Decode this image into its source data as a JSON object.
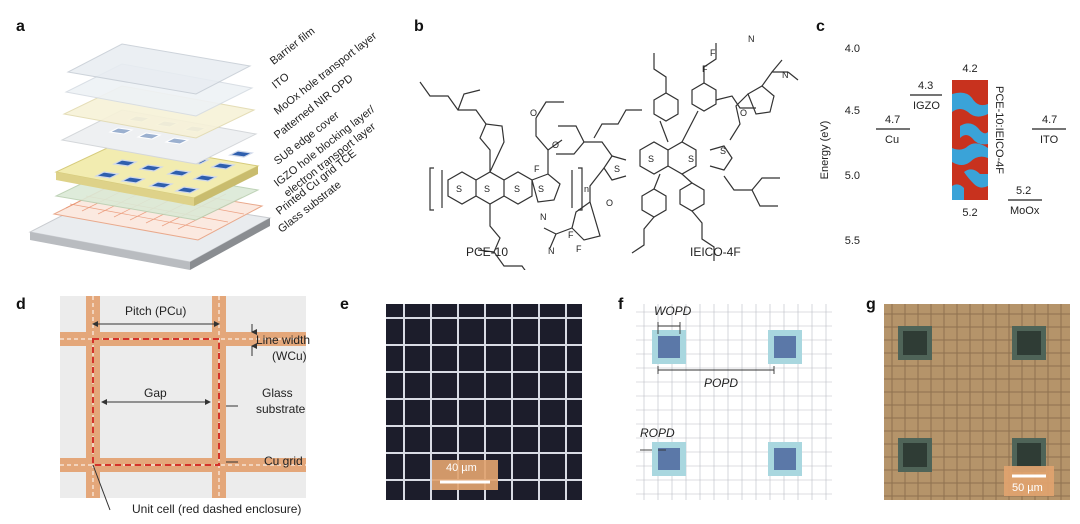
{
  "panel_labels": {
    "a": "a",
    "b": "b",
    "c": "c",
    "d": "d",
    "e": "e",
    "f": "f",
    "g": "g"
  },
  "panel_a": {
    "layers": [
      "Barrier film",
      "ITO",
      "MoOx hole transport layer",
      "Patterned NIR OPD",
      "SU8 edge cover",
      "IGZO hole blocking layer/",
      "electron transport layer",
      "Printed Cu grid TCE",
      "Glass substrate"
    ]
  },
  "panel_b": {
    "molecule_1": "PCE-10",
    "molecule_2": "IEICO-4F",
    "atoms": {
      "S": "S",
      "F": "F",
      "O": "O",
      "N": "N",
      "n": "n"
    }
  },
  "panel_c": {
    "axis_label": "Energy (eV)",
    "ticks": [
      "4.0",
      "4.5",
      "5.0",
      "5.5"
    ],
    "levels": [
      {
        "value": "4.7",
        "name": "Cu"
      },
      {
        "value": "4.3",
        "name": "IGZO"
      },
      {
        "value": "4.2",
        "name": ""
      },
      {
        "value": "5.2",
        "name": ""
      },
      {
        "value": "4.7",
        "name": "ITO"
      },
      {
        "value": "5.2",
        "name": "MoOx"
      }
    ],
    "blend_label": "PCE-10:IEICO-4F",
    "colors": {
      "donor": "#c8321e",
      "acceptor": "#3aa3d8"
    }
  },
  "panel_d": {
    "pitch": "Pitch (PCu)",
    "line_width": "Line width",
    "line_width_sym": "(WCu)",
    "gap": "Gap",
    "glass": "Glass",
    "substrate": "substrate",
    "cu_grid": "Cu grid",
    "unit_cell": "Unit cell (red dashed enclosure)"
  },
  "panel_e": {
    "scale": "40 µm"
  },
  "panel_f": {
    "w_opd": "WOPD",
    "p_opd": "POPD",
    "r_opd": "ROPD"
  },
  "panel_g": {
    "scale": "50 µm"
  }
}
